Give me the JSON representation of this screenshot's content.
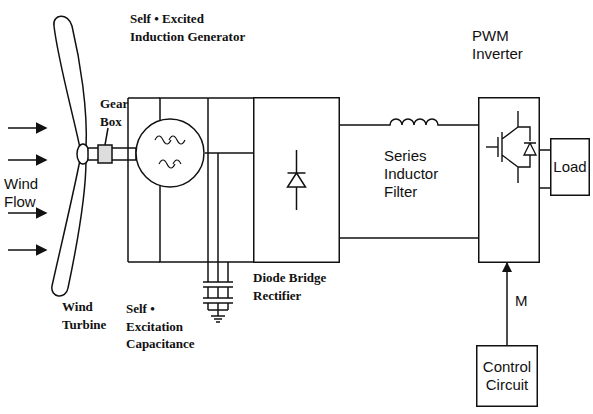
{
  "diagram": {
    "nodes": [
      {
        "text": [
          "Self • Excited Induction Generator"
        ]
      },
      {
        "text": [
          "Diode Bridge Rectifier"
        ]
      },
      {
        "text": [
          "PWM Inverter"
        ]
      },
      {
        "text": [
          "Load"
        ]
      },
      {
        "text": [
          "Control Circuit"
        ]
      }
    ],
    "edges": [
      {
        "from": 0,
        "to": 1,
        "arrow": "none"
      },
      {
        "from": 1,
        "to": 2,
        "arrow": "none",
        "label": "Series Inductor Filter"
      },
      {
        "from": 2,
        "to": 3,
        "arrow": "none"
      },
      {
        "from": 4,
        "to": 2,
        "arrow": "to",
        "label": "M"
      }
    ],
    "labels": [
      "Wind Flow",
      "Gear Box",
      "Wind Turbine",
      "Self • Excitation Capacitance"
    ]
  }
}
